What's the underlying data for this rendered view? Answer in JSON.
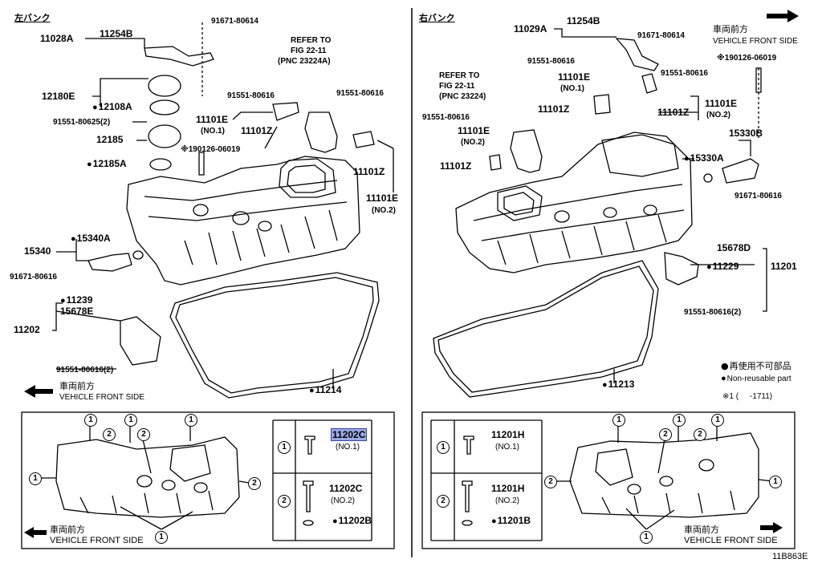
{
  "left_bank": {
    "title": "左バンク",
    "labels": {
      "p11028A": "11028A",
      "p11254B": "11254B",
      "p91671_80614": "91671-80614",
      "refer_to": "REFER TO",
      "fig": "FIG 22-11",
      "pnc": "(PNC 23224A)",
      "p12180E": "12180E",
      "p12108A": "12108A",
      "p91551_80625": "91551-80625(2)",
      "p12185": "12185",
      "p12185A": "12185A",
      "p91551_80616a": "91551-80616",
      "p91551_80616b": "91551-80616",
      "p11101E_no1": "11101E",
      "no1": "(NO.1)",
      "p11101Z_a": "11101Z",
      "p190126": "※190126-06019",
      "p11101Z_b": "11101Z",
      "p11101E_no2": "11101E",
      "no2": "(NO.2)",
      "p15340": "15340",
      "p15340A": "15340A",
      "p91671_80616": "91671-80616",
      "p11239": "11239",
      "p15678E": "15678E",
      "p11202": "11202",
      "p91551_80616_2": "91551-80616(2)",
      "p11214": "11214",
      "front_jp": "車両前方",
      "front_en": "VEHICLE FRONT SIDE"
    }
  },
  "right_bank": {
    "title": "右バンク",
    "labels": {
      "p11029A": "11029A",
      "p11254B": "11254B",
      "p91671_80614": "91671-80614",
      "front_jp": "車両前方",
      "front_en": "VEHICLE FRONT SIDE",
      "p190126": "※190126-06019",
      "p91551_80616a": "91551-80616",
      "p11101E_no1": "11101E",
      "no1": "(NO.1)",
      "refer_to": "REFER TO",
      "fig": "FIG 22-11",
      "pnc": "(PNC 23224)",
      "p91551_80616b": "91551-80616",
      "p11101Z_a": "11101Z",
      "p11101E_no2r": "11101E",
      "no2r": "(NO.2)",
      "p91551_80616c": "91551-80616",
      "p11101Z_b": "11101Z",
      "p11101E_no2": "11101E",
      "no2": "(NO.2)",
      "p11101Z_c": "11101Z",
      "p15330B": "15330B",
      "p15330A": "15330A",
      "p91671_80616": "91671-80616",
      "p15678D": "15678D",
      "p11229": "11229",
      "p11201": "11201",
      "p91551_80616_2": "91551-80616(2)",
      "p11213": "11213"
    }
  },
  "legend": {
    "jp": "再使用不可部品",
    "en": "Non-reusable part",
    "note": "※1 (     -1711)"
  },
  "left_detail": {
    "front_jp": "車両前方",
    "front_en": "VEHICLE FRONT SIDE",
    "row1_num": "1",
    "row1_part": "11202C",
    "row1_sub": "(NO.1)",
    "row2_num": "2",
    "row2_part": "11202C",
    "row2_sub": "(NO.2)",
    "row2_extra": "11202B"
  },
  "right_detail": {
    "front_jp": "車両前方",
    "front_en": "VEHICLE FRONT SIDE",
    "row1_num": "1",
    "row1_part": "11201H",
    "row1_sub": "(NO.1)",
    "row2_num": "2",
    "row2_part": "11201H",
    "row2_sub": "(NO.2)",
    "row2_extra": "11201B"
  },
  "callout_1": "1",
  "callout_2": "2",
  "figure_code": "11B863E"
}
